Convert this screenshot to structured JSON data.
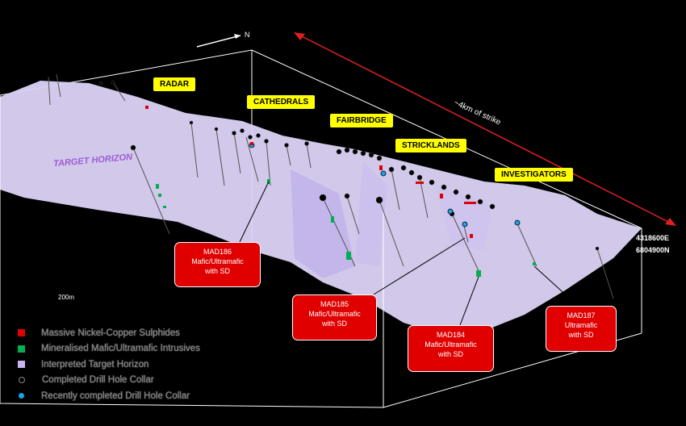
{
  "north_label": "N",
  "strike_label": "~4km of strike",
  "scale_label": "200m",
  "horizon_label": "TARGET HORIZON",
  "easting_label": "4318600E",
  "northing_label": "6804900N",
  "prospects": [
    "RADAR",
    "CATHEDRALS",
    "FAIRBRIDGE",
    "STRICKLANDS",
    "INVESTIGATORS"
  ],
  "callouts": [
    {
      "lines": [
        "MAD186",
        "Mafic/Ultramafic",
        "with SD"
      ]
    },
    {
      "lines": [
        "MAD185",
        "Mafic/Ultramafic",
        "with SD"
      ]
    },
    {
      "lines": [
        "MAD184",
        "Mafic/Ultramafic",
        "with SD"
      ]
    },
    {
      "lines": [
        "MAD187",
        "Ultramafic",
        "with SD"
      ]
    }
  ],
  "legend": [
    {
      "label": "Massive Nickel-Copper Sulphides",
      "symbol": "square",
      "color": "#e00000"
    },
    {
      "label": "Mineralised Mafic/Ultramafic Intrusives",
      "symbol": "square",
      "color": "#00b050"
    },
    {
      "label": "Interpreted Target Horizon",
      "symbol": "square",
      "color": "#c9b3f0"
    },
    {
      "label": "Completed Drill Hole Collar",
      "symbol": "circle",
      "color": "#000000"
    },
    {
      "label": "Recently completed Drill Hole Collar",
      "symbol": "circle",
      "color": "#1aa3e8"
    }
  ],
  "colors": {
    "surface": "#dcd3f7",
    "surface_shadow": "#b9a8ea",
    "box_edge": "#ffffff",
    "strike_arrow": "#e02020"
  }
}
